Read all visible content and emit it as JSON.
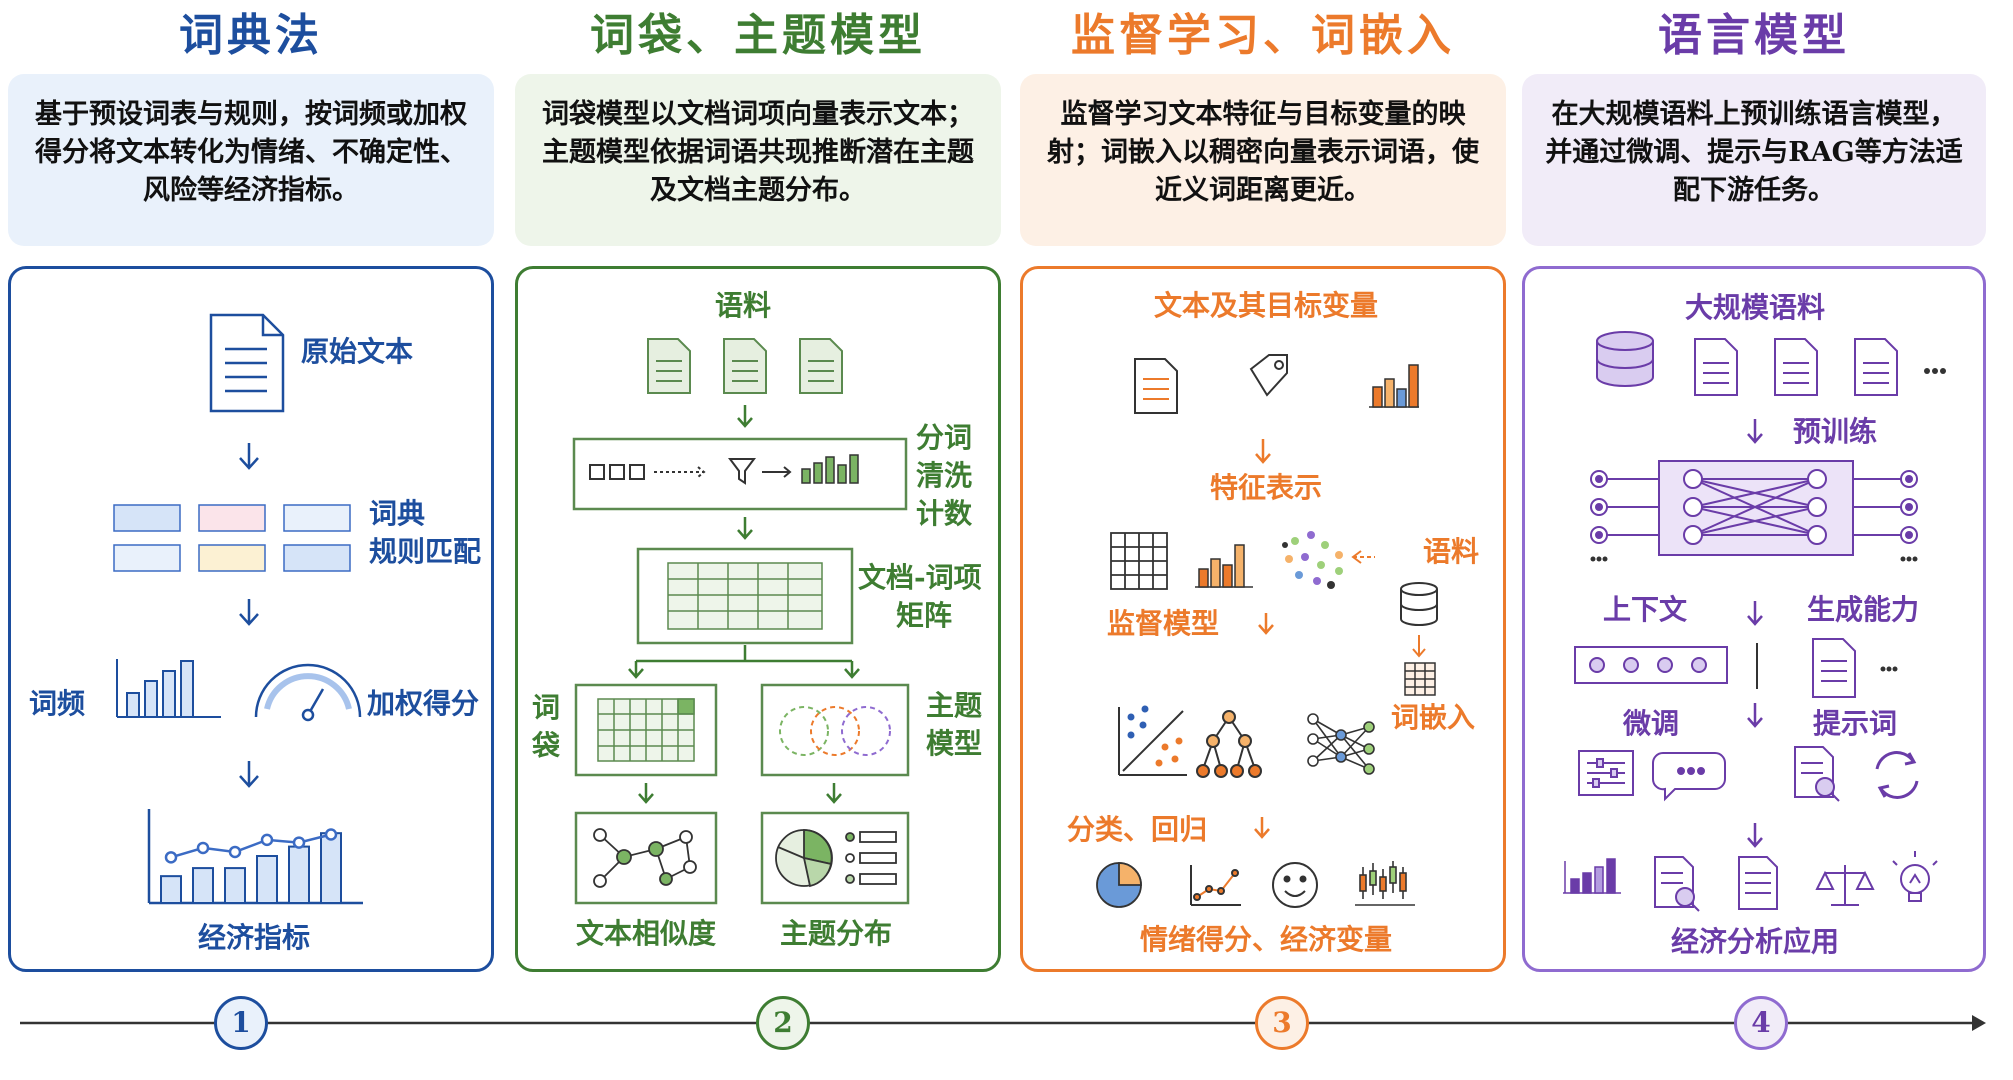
{
  "colors": {
    "blue": "#1d4e9e",
    "blue_light": "#e9f1fb",
    "green": "#3e7d32",
    "green_light": "#eef5ea",
    "orange": "#ec7a2b",
    "orange_light": "#fdf0e5",
    "purple": "#6a3ca8",
    "purple_light": "#f1ecf8",
    "timeline": "#333333"
  },
  "columns": [
    {
      "title": "词典法",
      "desc": "基于预设词表与规则，按词频或加权得分将文本转化为情绪、不确定性、风险等经济指标。",
      "labels": {
        "raw_text": "原始文本",
        "dictionary": "词典",
        "rule_match": "规则匹配",
        "word_freq": "词频",
        "weighted_score": "加权得分",
        "econ_index": "经济指标"
      },
      "chart_data": {
        "type": "bar",
        "values": [
          2,
          2.6,
          2.6,
          3.5,
          4.2,
          5.2
        ],
        "line_values": [
          3.4,
          4.1,
          3.8,
          4.7,
          4.5,
          5.1
        ],
        "ylim": [
          0,
          7
        ]
      }
    },
    {
      "title": "词袋、主题模型",
      "desc": "词袋模型以文档词项向量表示文本；主题模型依据词语共现推断潜在主题及文档主题分布。",
      "labels": {
        "corpus": "语料",
        "tokenize": "分词",
        "clean": "清洗",
        "count": "计数",
        "dtm1": "文档-词项",
        "dtm2": "矩阵",
        "bow1": "词",
        "bow2": "袋",
        "topic1": "主题",
        "topic2": "模型",
        "similarity": "文本相似度",
        "topic_dist": "主题分布"
      }
    },
    {
      "title": "监督学习、词嵌入",
      "desc": "监督学习文本特征与目标变量的映射；词嵌入以稠密向量表示词语，使近义词距离更近。",
      "labels": {
        "text_target": "文本及其目标变量",
        "feature": "特征表示",
        "corpus": "语料",
        "supervised": "监督模型",
        "embedding": "词嵌入",
        "cls_reg": "分类、回归",
        "output": "情绪得分、经济变量"
      }
    },
    {
      "title": "语言模型",
      "desc": "在大规模语料上预训练语言模型，并通过微调、提示与RAG等方法适配下游任务。",
      "labels": {
        "large_corpus": "大规模语料",
        "pretrain": "预训练",
        "context": "上下文",
        "generation": "生成能力",
        "finetune": "微调",
        "prompt": "提示词",
        "app": "经济分析应用"
      }
    }
  ],
  "steps": [
    "1",
    "2",
    "3",
    "4"
  ]
}
